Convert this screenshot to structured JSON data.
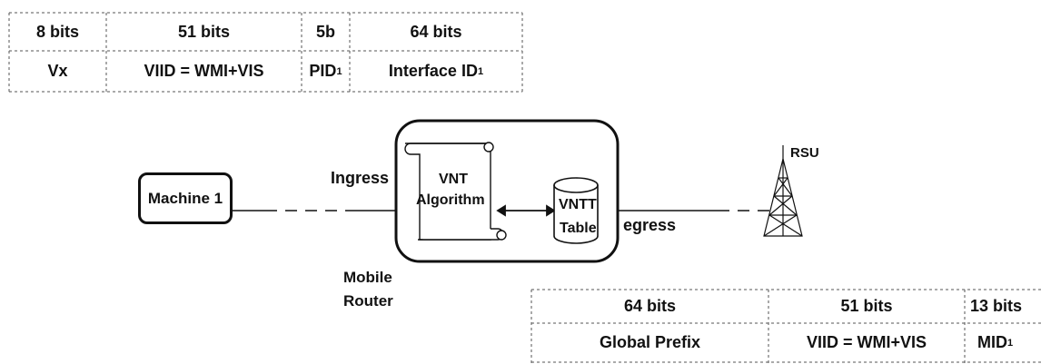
{
  "top_table": {
    "headers": [
      "8 bits",
      "51 bits",
      "5b",
      "64 bits"
    ],
    "values": [
      "Vx",
      "VIID = WMI+VIS",
      "PID",
      "Interface ID"
    ],
    "subscripts": [
      "",
      "",
      "1",
      "1"
    ]
  },
  "bottom_table": {
    "headers": [
      "64 bits",
      "51 bits",
      "13 bits"
    ],
    "values": [
      "Global Prefix",
      "VIID = WMI+VIS",
      "MID"
    ],
    "subscripts": [
      "",
      "",
      "1"
    ]
  },
  "nodes": {
    "machine": "Machine 1",
    "vnt_line1": "VNT",
    "vnt_line2": "Algorithm",
    "vntt_line1": "VNTT",
    "vntt_line2": "Table",
    "rsu": "RSU",
    "router_line1": "Mobile",
    "router_line2": "Router"
  },
  "links": {
    "ingress": "Ingress",
    "egress": "egress"
  }
}
